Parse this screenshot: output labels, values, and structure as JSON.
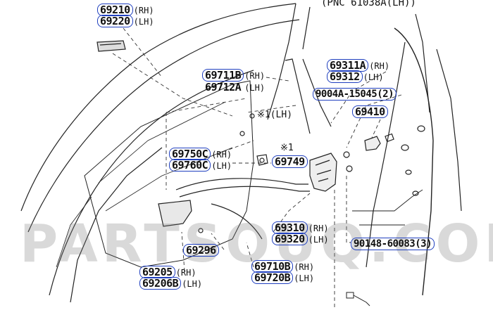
{
  "header_note": "(PNC 61038A(LH))",
  "side_notes": {
    "lh_mark": "※1(LH)",
    "mark1": "※1"
  },
  "watermark": "PARTSOUQ.COM",
  "callouts": [
    {
      "part": "69210",
      "sfx": "(RH)",
      "boxed": true
    },
    {
      "part": "69220",
      "sfx": "(LH)",
      "boxed": true
    },
    {
      "part": "69711B",
      "sfx": "(RH)",
      "boxed": true
    },
    {
      "part": "69712A",
      "sfx": "(LH)",
      "boxed": false
    },
    {
      "part": "69311A",
      "sfx": "(RH)",
      "boxed": true
    },
    {
      "part": "69312",
      "sfx": "(LH)",
      "boxed": true
    },
    {
      "part": "9004A-15045(2)",
      "sfx": "",
      "boxed": true
    },
    {
      "part": "69410",
      "sfx": "",
      "boxed": true
    },
    {
      "part": "69750C",
      "sfx": "(RH)",
      "boxed": true
    },
    {
      "part": "69760C",
      "sfx": "(LH)",
      "boxed": true
    },
    {
      "part": "69749",
      "sfx": "",
      "boxed": true
    },
    {
      "part": "69310",
      "sfx": "(RH)",
      "boxed": true
    },
    {
      "part": "69320",
      "sfx": "(LH)",
      "boxed": true
    },
    {
      "part": "90148-60083(3)",
      "sfx": "",
      "boxed": true
    },
    {
      "part": "69296",
      "sfx": "",
      "boxed": true
    },
    {
      "part": "69205",
      "sfx": "(RH)",
      "boxed": true
    },
    {
      "part": "69206B",
      "sfx": "(LH)",
      "boxed": true
    },
    {
      "part": "69710B",
      "sfx": "(RH)",
      "boxed": true
    },
    {
      "part": "69720B",
      "sfx": "(LH)",
      "boxed": true
    }
  ]
}
